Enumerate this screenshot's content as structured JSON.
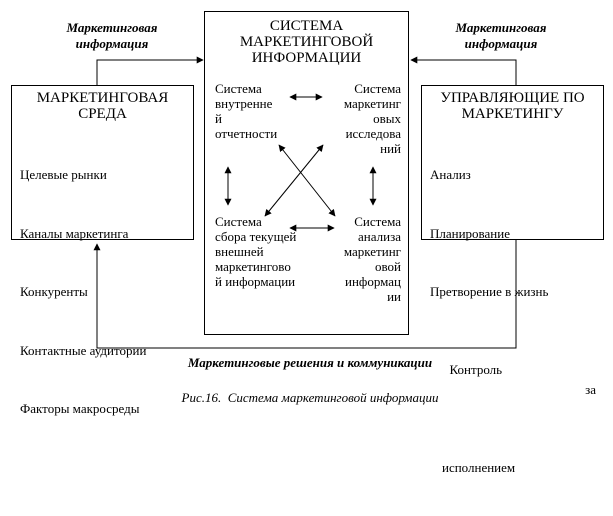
{
  "left_arrow_label": "Маркетинговая\nинформация",
  "right_arrow_label": "Маркетинговая\nинформация",
  "bottom_arrow_label": "Маркетинговые решения и коммуникации",
  "center_box": {
    "title": "СИСТЕМА\nМАРКЕТИНГОВОЙ\nИНФОРМАЦИИ",
    "internal_reports": "Система\nвнутренне\nй\nотчетности",
    "marketing_research": "Система\nмаркетинг\nовых\nисследова\nний",
    "intelligence": "Система\nсбора текущей\nвнешней\nмаркетингово\nй информации",
    "analysis": "Система\nанализа\nмаркетинг\nовой\nинформац\nии"
  },
  "left_box": {
    "title": "МАРКЕТИНГОВАЯ\nСРЕДА",
    "items": [
      "Целевые рынки",
      "Каналы маркетинга",
      "Конкуренты",
      "Контактные аудитории",
      "Факторы макросреды"
    ]
  },
  "right_box": {
    "title": "УПРАВЛЯЮЩИЕ ПО\nМАРКЕТИНГУ",
    "items": [
      "Анализ",
      "Планирование",
      "Претворение в жизнь"
    ],
    "last_item_left": "Контроль",
    "last_item_right": "за",
    "last_item_cont": "исполнением"
  },
  "caption": "Рис.16.  Система маркетинговой информации"
}
